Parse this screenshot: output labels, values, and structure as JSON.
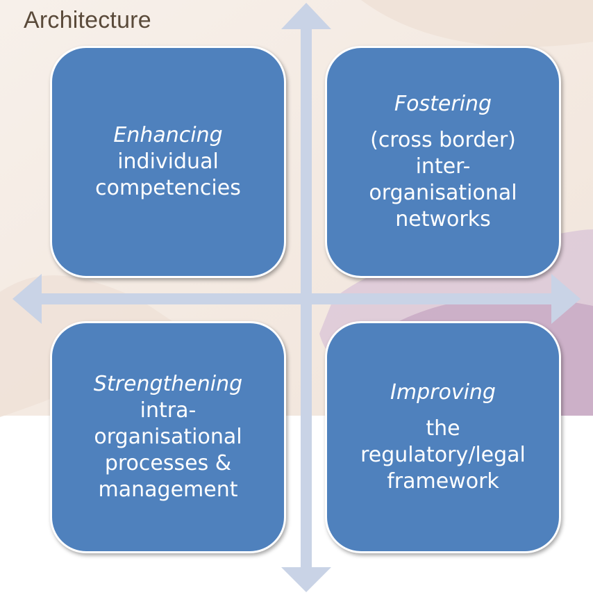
{
  "title": "Architecture",
  "quadrants": {
    "top_left": {
      "verb": "Enhancing",
      "lines": [
        "individual",
        "competencies"
      ]
    },
    "top_right": {
      "verb": "Fostering",
      "lines": [
        "(cross border)",
        "inter-",
        "organisational",
        "networks"
      ]
    },
    "bottom_left": {
      "verb": "Strengthening",
      "lines": [
        "intra-",
        "organisational",
        "processes &",
        "management"
      ]
    },
    "bottom_right": {
      "verb": "Improving",
      "lines": [
        "the",
        "regulatory/legal",
        "framework"
      ]
    }
  },
  "colors": {
    "box": "#4f81bd",
    "arrow": "#c9d3e6",
    "title": "#5a4a3a"
  }
}
